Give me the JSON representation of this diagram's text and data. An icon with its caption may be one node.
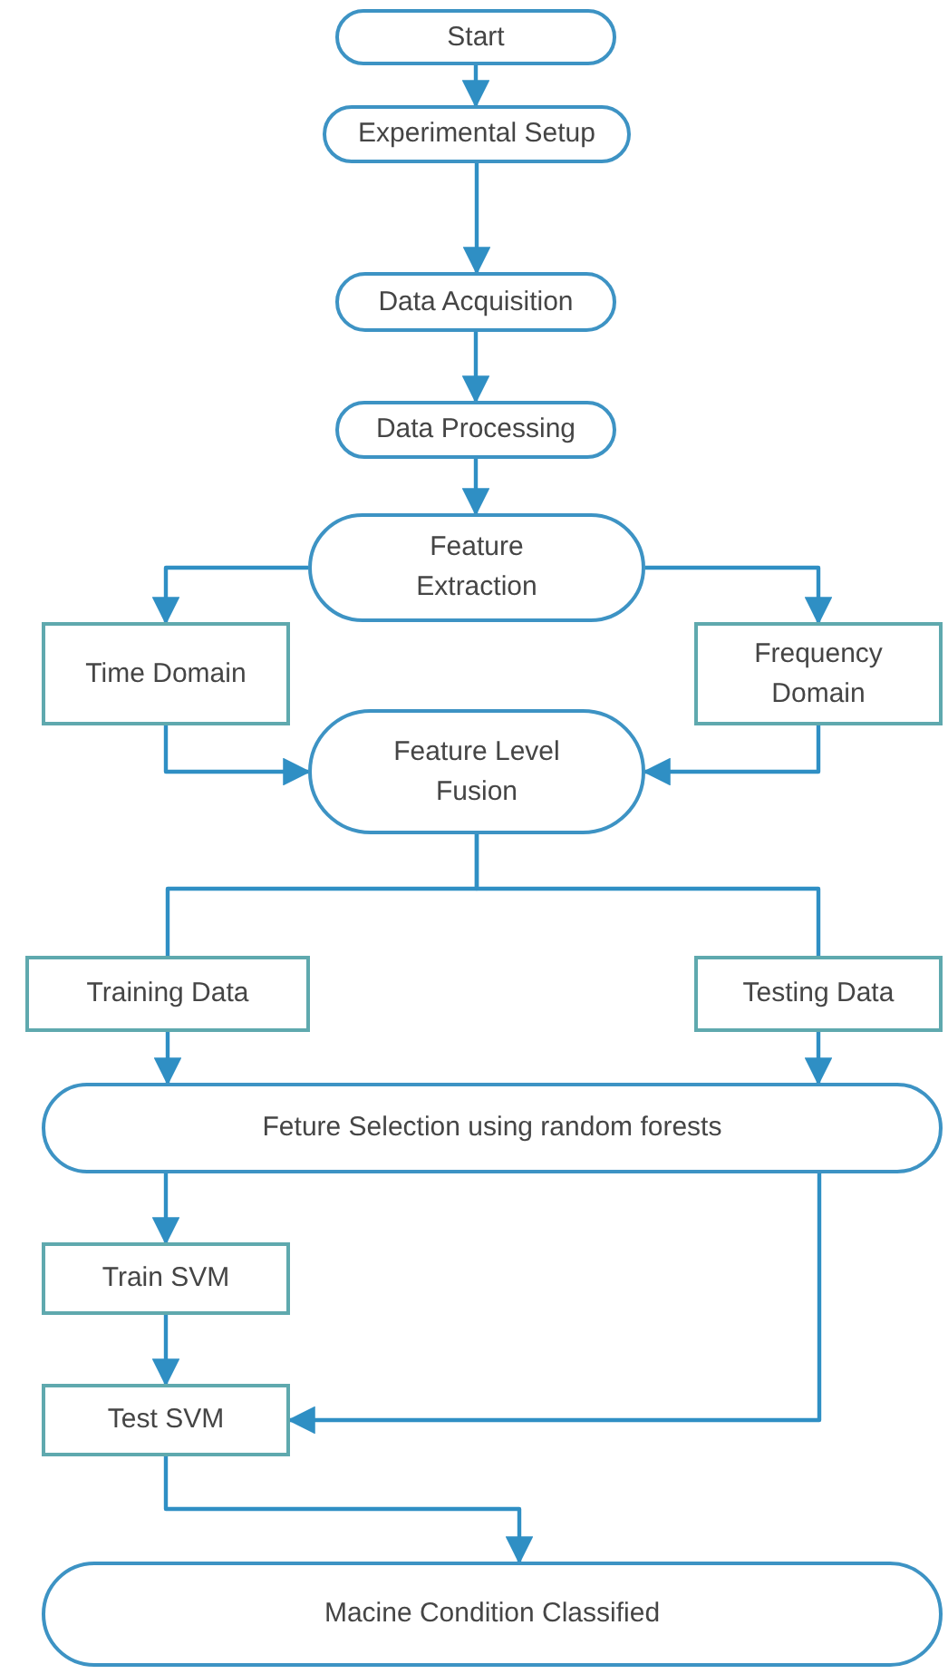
{
  "diagram": {
    "nodes": [
      {
        "text": [
          "Start"
        ]
      },
      {
        "text": [
          "Experimental Setup"
        ]
      },
      {
        "text": [
          "Data Acquisition"
        ]
      },
      {
        "text": [
          "Data Processing"
        ]
      },
      {
        "text": [
          "Feature Extraction"
        ]
      },
      {
        "text": [
          "Time Domain"
        ]
      },
      {
        "text": [
          "Frequency Domain"
        ]
      },
      {
        "text": [
          "Feature Level Fusion"
        ]
      },
      {
        "text": [
          "Training Data"
        ]
      },
      {
        "text": [
          "Testing Data"
        ]
      },
      {
        "text": [
          "Feture Selection using random forests"
        ]
      },
      {
        "text": [
          "Train SVM"
        ]
      },
      {
        "text": [
          "Test SVM"
        ]
      },
      {
        "text": [
          "Macine Condition Classified"
        ]
      }
    ],
    "edges": [
      {
        "from": 0,
        "to": 1,
        "arrow": "to"
      },
      {
        "from": 1,
        "to": 2,
        "arrow": "to"
      },
      {
        "from": 2,
        "to": 3,
        "arrow": "to"
      },
      {
        "from": 3,
        "to": 4,
        "arrow": "to"
      },
      {
        "from": 4,
        "to": 5,
        "arrow": "to"
      },
      {
        "from": 4,
        "to": 6,
        "arrow": "to"
      },
      {
        "from": 5,
        "to": 7,
        "arrow": "to"
      },
      {
        "from": 6,
        "to": 7,
        "arrow": "to"
      },
      {
        "from": 7,
        "to": 8,
        "arrow": "none"
      },
      {
        "from": 7,
        "to": 9,
        "arrow": "none"
      },
      {
        "from": 8,
        "to": 10,
        "arrow": "to"
      },
      {
        "from": 9,
        "to": 10,
        "arrow": "to"
      },
      {
        "from": 10,
        "to": 11,
        "arrow": "to"
      },
      {
        "from": 10,
        "to": 12,
        "arrow": "to"
      },
      {
        "from": 11,
        "to": 12,
        "arrow": "to"
      },
      {
        "from": 12,
        "to": 13,
        "arrow": "to"
      }
    ]
  }
}
